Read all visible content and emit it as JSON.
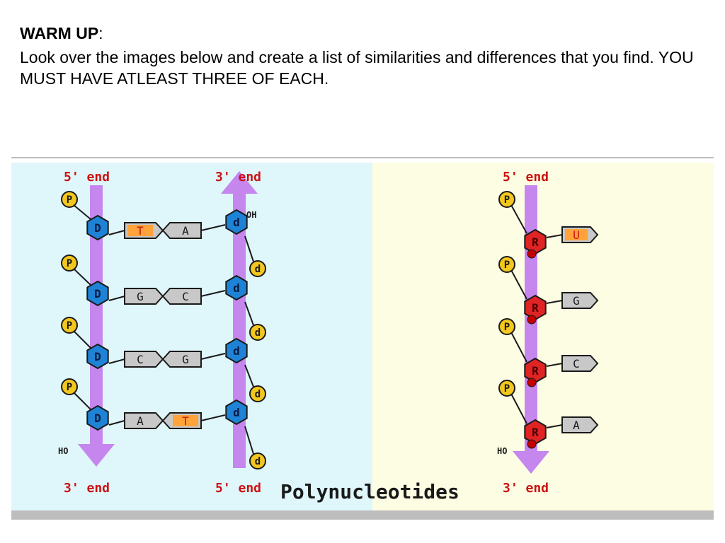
{
  "header": {
    "title": "WARM UP",
    "colon": ":",
    "instruction": "Look over the images below and create a list of similarities and differences that you find. YOU MUST HAVE ATLEAST THREE OF EACH."
  },
  "diagram": {
    "caption": "Polynucleotides",
    "dna": {
      "left_strand": {
        "top_label": "5' end",
        "bottom_label": "3' end",
        "end_group": "HO",
        "sugar_letter": "D",
        "phosphate_letter": "P"
      },
      "right_strand": {
        "top_label": "3' end",
        "bottom_label": "5' end",
        "end_group": "OH",
        "sugar_letter": "d",
        "phosphate_letter": "d"
      },
      "base_pairs": [
        {
          "left": "T",
          "right": "A",
          "left_highlight": true,
          "right_highlight": false
        },
        {
          "left": "G",
          "right": "C",
          "left_highlight": false,
          "right_highlight": false
        },
        {
          "left": "C",
          "right": "G",
          "left_highlight": false,
          "right_highlight": false
        },
        {
          "left": "A",
          "right": "T",
          "left_highlight": false,
          "right_highlight": true
        }
      ]
    },
    "rna": {
      "top_label": "5' end",
      "bottom_label": "3' end",
      "end_group": "HO",
      "sugar_letter": "R",
      "phosphate_letter": "P",
      "bases": [
        {
          "letter": "U",
          "highlight": true
        },
        {
          "letter": "G",
          "highlight": false
        },
        {
          "letter": "C",
          "highlight": false
        },
        {
          "letter": "A",
          "highlight": false
        }
      ]
    },
    "colors": {
      "dna_background": "#dff6fb",
      "rna_background": "#fdfde3",
      "backbone": "#c586ee",
      "deoxyribose": "#1e83d6",
      "ribose": "#e02424",
      "phosphate": "#f2c71e",
      "base_fill": "#c8c8c8",
      "base_highlight": "#ffa33a",
      "label_red": "#cc1111",
      "frame_gray": "#bdbdbd"
    }
  }
}
